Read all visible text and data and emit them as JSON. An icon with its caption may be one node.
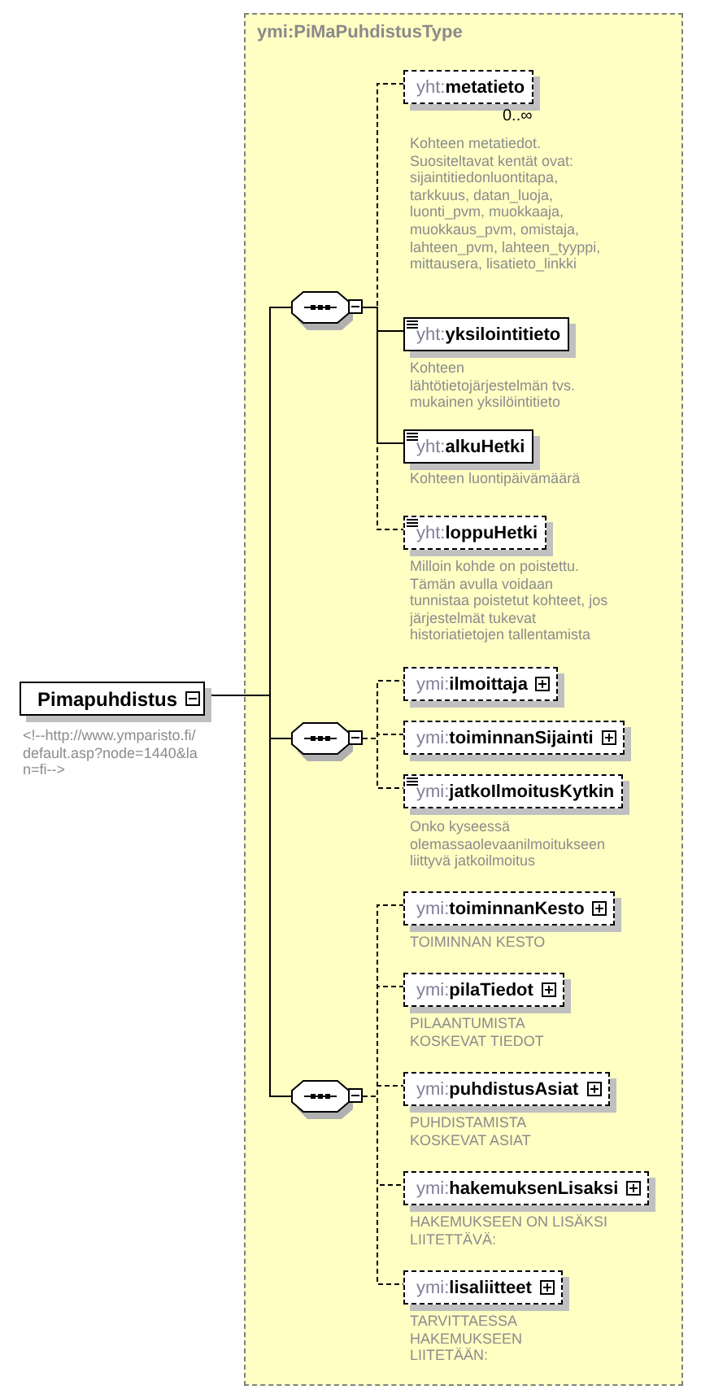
{
  "diagram": {
    "nodes": [
      {
        "text": [
          "Pimapuhdistus"
        ],
        "beside": [
          "<!--http://www.ymparisto.fi/default.asp?node=1440&lan=fi-->"
        ]
      },
      {
        "text": [
          "ymi:PiMaPuhdistusType"
        ]
      },
      {
        "text": [],
        "shape": "octagon",
        "in": 1
      },
      {
        "text": [
          "yht:**metatieto**"
        ],
        "in": 1,
        "beside": [
          "0..∞",
          "Kohteen metatiedot. Suositeltavat kentät ovat: sijaintitiedonluontitapa, tarkkuus, datan_luoja, luonti_pvm, muokkaaja, muokkaus_pvm, omistaja, lahteen_pvm, lahteen_tyyppi, mittausera, lisatieto_linkki"
        ]
      },
      {
        "text": [
          "yht:**yksilointitieto**"
        ],
        "in": 1,
        "beside": [
          "Kohteen lähtötietojärjestelmän tvs. mukainen yksilöintitieto"
        ]
      },
      {
        "text": [
          "yht:**alkuHetki**"
        ],
        "in": 1,
        "beside": [
          "Kohteen luontipäivämäärä"
        ]
      },
      {
        "text": [
          "yht:**loppuHetki**"
        ],
        "in": 1,
        "beside": [
          "Milloin kohde on poistettu. Tämän avulla voidaan tunnistaa poistetut kohteet, jos järjestelmät tukevat historiatietojen tallentamista"
        ]
      },
      {
        "text": [],
        "shape": "octagon",
        "in": 1
      },
      {
        "text": [
          "ymi:**ilmoittaja**"
        ],
        "in": 1
      },
      {
        "text": [
          "ymi:**toiminnanSijainti**"
        ],
        "in": 1
      },
      {
        "text": [
          "ymi:**jatkoIlmoitusKytkin**"
        ],
        "in": 1,
        "beside": [
          "Onko kyseessä olemassaolevaanilmoitukseen liittyvä jatkoilmoitus"
        ]
      },
      {
        "text": [],
        "shape": "octagon",
        "in": 1
      },
      {
        "text": [
          "ymi:**toiminnanKesto**"
        ],
        "in": 1,
        "beside": [
          "TOIMINNAN KESTO"
        ]
      },
      {
        "text": [
          "ymi:**pilaTiedot**"
        ],
        "in": 1,
        "beside": [
          "PILAANTUMISTA KOSKEVAT TIEDOT"
        ]
      },
      {
        "text": [
          "ymi:**puhdistusAsiat**"
        ],
        "in": 1,
        "beside": [
          "PUHDISTAMISTA KOSKEVAT ASIAT"
        ]
      },
      {
        "text": [
          "ymi:**hakemuksenLisaksi**"
        ],
        "in": 1,
        "beside": [
          "HAKEMUKSEEN ON LISÄKSI LIITETTÄVÄ:"
        ]
      },
      {
        "text": [
          "ymi:**lisaliitteet**"
        ],
        "in": 1,
        "beside": [
          "TARVITTAESSA HAKEMUKSEEN LIITETÄÄN:"
        ]
      }
    ],
    "edges": [
      {
        "from": 0,
        "to": 2,
        "arrow": "none"
      },
      {
        "from": 0,
        "to": 7,
        "arrow": "none"
      },
      {
        "from": 0,
        "to": 11,
        "arrow": "none"
      },
      {
        "from": 2,
        "to": 3,
        "arrow": "none",
        "style": "dashed"
      },
      {
        "from": 2,
        "to": 4,
        "arrow": "none"
      },
      {
        "from": 2,
        "to": 5,
        "arrow": "none"
      },
      {
        "from": 2,
        "to": 6,
        "arrow": "none",
        "style": "dashed"
      },
      {
        "from": 7,
        "to": 8,
        "arrow": "none",
        "style": "dashed"
      },
      {
        "from": 7,
        "to": 9,
        "arrow": "none",
        "style": "dashed"
      },
      {
        "from": 7,
        "to": 10,
        "arrow": "none",
        "style": "dashed"
      },
      {
        "from": 11,
        "to": 12,
        "arrow": "none",
        "style": "dashed"
      },
      {
        "from": 11,
        "to": 13,
        "arrow": "none",
        "style": "dashed"
      },
      {
        "from": 11,
        "to": 14,
        "arrow": "none",
        "style": "dashed"
      },
      {
        "from": 11,
        "to": 15,
        "arrow": "none",
        "style": "dashed"
      },
      {
        "from": 11,
        "to": 16,
        "arrow": "none",
        "style": "dashed"
      }
    ]
  }
}
